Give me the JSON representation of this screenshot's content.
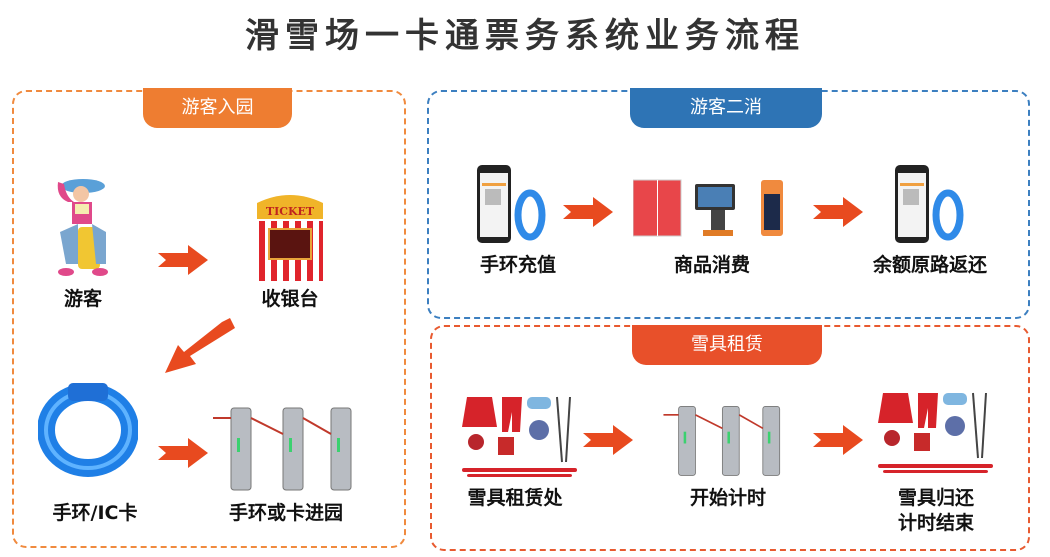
{
  "title": "滑雪场一卡通票务系统业务流程",
  "colors": {
    "orange": "#ee7d31",
    "blue": "#2e74b5",
    "red": "#e8502a",
    "arrow": "#e84a1f"
  },
  "sections": [
    {
      "title": "游客入园",
      "steps": [
        "游客",
        "收银台",
        "手环/IC卡",
        "手环或卡进园"
      ]
    },
    {
      "title": "游客二消",
      "steps": [
        "手环充值",
        "商品消费",
        "余额原路返还"
      ]
    },
    {
      "title": "雪具租赁",
      "steps": [
        "雪具租赁处",
        "开始计时",
        "雪具归还",
        "计时结束"
      ]
    }
  ],
  "ticket_sign": "TICKET"
}
